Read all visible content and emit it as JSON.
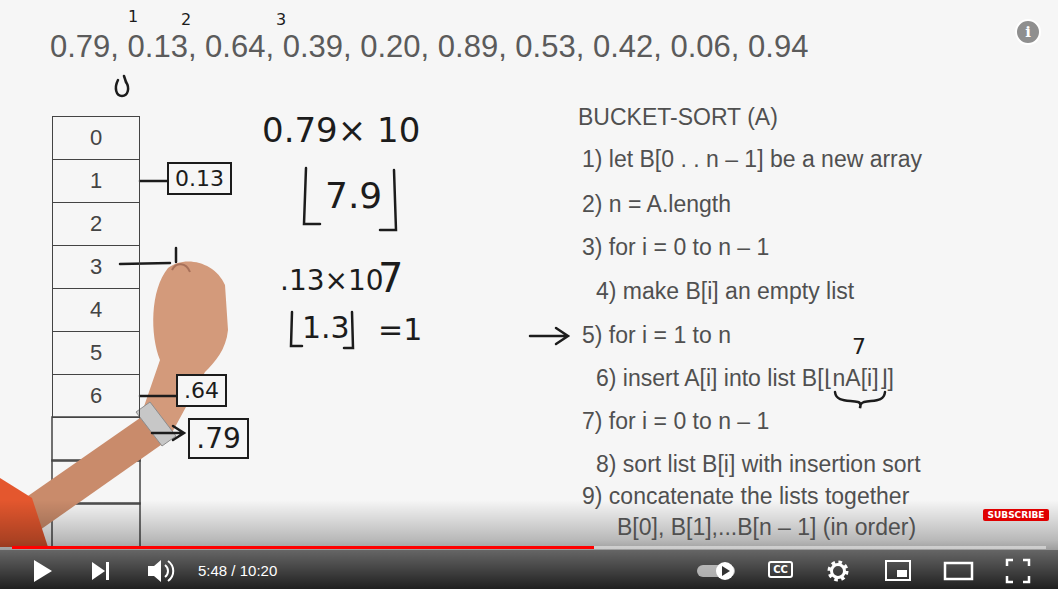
{
  "diagram": {
    "nodes": [
      {
        "text": [
          "0"
        ]
      },
      {
        "text": [
          "1"
        ]
      },
      {
        "text": [
          "2"
        ]
      },
      {
        "text": [
          "3"
        ]
      },
      {
        "text": [
          "4"
        ]
      },
      {
        "text": [
          "5"
        ]
      },
      {
        "text": [
          "6"
        ]
      },
      {
        "text": [
          "0.13"
        ]
      },
      {
        "text": [
          ".64"
        ]
      },
      {
        "text": [
          ".79"
        ]
      },
      {
        "text": [
          "i"
        ]
      },
      {
        "text": [
          "SUBSCRIBE"
        ]
      },
      {
        "text": [
          "CC"
        ]
      }
    ],
    "edges": [
      {
        "from": 1,
        "to": 7,
        "arrow": "none"
      },
      {
        "from": 6,
        "to": 8,
        "arrow": "none"
      }
    ],
    "labels": [
      "1",
      "2",
      "3",
      "0.79, 0.13, 0.64, 0.39, 0.20, 0.89, 0.53, 0.42, 0.06, 0.94",
      "0.79× 10",
      "7.9",
      ".13×10",
      "7",
      "1.3",
      "=1",
      "BUCKET-SORT (A)",
      "1) let B[0 . . n – 1] be a new array",
      "2) n = A.length",
      "3) for i = 0 to n – 1",
      "4) make B[i] an empty list",
      "5) for i = 1 to n",
      "6) insert A[i] into list B[⌊nA[i]⌋]",
      "7) for i = 0 to n – 1",
      "8) sort list B[i] with insertion sort",
      "9) concatenate the lists together B[0], B[1],...B[n – 1] (in order)",
      "7",
      "5:48 / 10:20"
    ]
  }
}
